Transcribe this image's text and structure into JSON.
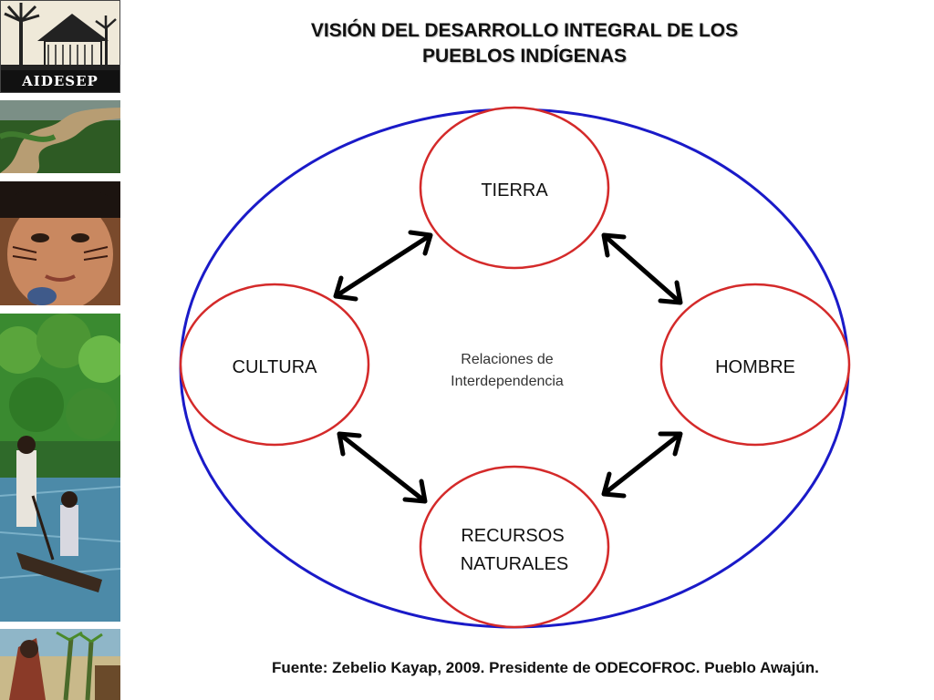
{
  "title": {
    "line1": "VISIÓN DEL DESARROLLO INTEGRAL DE LOS",
    "line2": "PUEBLOS INDÍGENAS"
  },
  "logo": {
    "text": "AIDESEP"
  },
  "diagram": {
    "nodes": {
      "tierra": "TIERRA",
      "cultura": "CULTURA",
      "hombre": "HOMBRE",
      "recursos_line1": "RECURSOS",
      "recursos_line2": "NATURALES"
    },
    "center": {
      "line1": "Relaciones de",
      "line2": "Interdependencia"
    },
    "colors": {
      "outer_ring": "#1a1ac8",
      "node_ring": "#d42a2a",
      "arrow": "#000000"
    }
  },
  "source": {
    "text": "Fuente: Zebelio Kayap, 2009. Presidente de ODECOFROC. Pueblo Awajún."
  }
}
